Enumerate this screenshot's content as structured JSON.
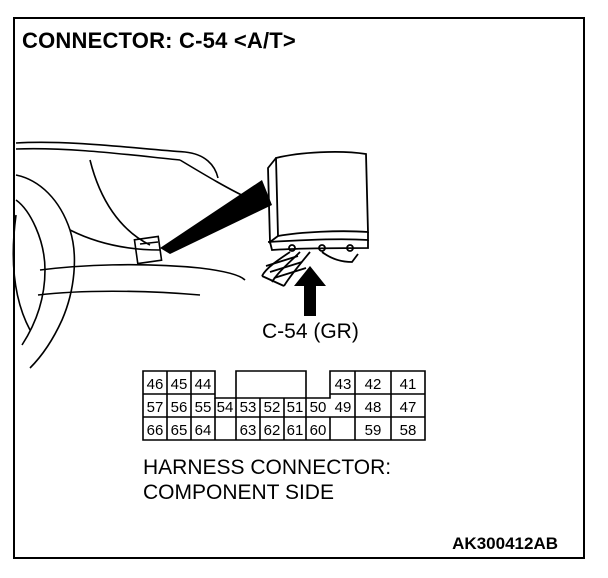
{
  "title": "CONNECTOR: C-54 <A/T>",
  "connector_label": "C-54 (GR)",
  "caption_line1": "HARNESS CONNECTOR:",
  "caption_line2": "COMPONENT SIDE",
  "figure_code": "AK300412AB",
  "pins": {
    "p46": "46",
    "p45": "45",
    "p44": "44",
    "p43": "43",
    "p42": "42",
    "p41": "41",
    "p57": "57",
    "p56": "56",
    "p55": "55",
    "p54": "54",
    "p53": "53",
    "p52": "52",
    "p51": "51",
    "p50": "50",
    "p49": "49",
    "p48": "48",
    "p47": "47",
    "p66": "66",
    "p65": "65",
    "p64": "64",
    "p63": "63",
    "p62": "62",
    "p61": "61",
    "p60": "60",
    "p59": "59",
    "p58": "58"
  }
}
